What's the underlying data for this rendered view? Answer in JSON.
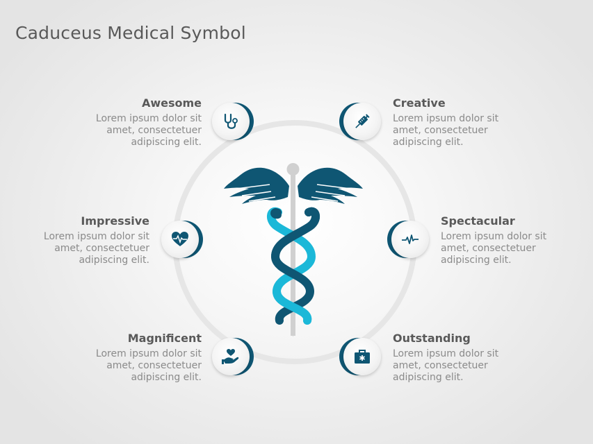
{
  "title": "Caduceus Medical Symbol",
  "colors": {
    "dark_teal": "#0f5673",
    "light_cyan": "#1bb8d8",
    "staff_gray": "#d0d0d0",
    "ring_gray": "#e6e6e6",
    "heading_text": "#595959",
    "body_text": "#8a8a8a"
  },
  "items": [
    {
      "position": "top-left",
      "heading": "Awesome",
      "body": "Lorem ipsum dolor sit amet, consectetuer adipiscing elit.",
      "icon": "stethoscope-icon"
    },
    {
      "position": "top-right",
      "heading": "Creative",
      "body": "Lorem ipsum dolor sit amet, consectetuer adipiscing elit.",
      "icon": "syringe-icon"
    },
    {
      "position": "middle-left",
      "heading": "Impressive",
      "body": "Lorem ipsum dolor sit amet, consectetuer adipiscing elit.",
      "icon": "heart-pulse-icon"
    },
    {
      "position": "middle-right",
      "heading": "Spectacular",
      "body": "Lorem ipsum dolor sit amet, consectetuer adipiscing elit.",
      "icon": "pulse-line-icon"
    },
    {
      "position": "bottom-left",
      "heading": "Magnificent",
      "body": "Lorem ipsum dolor sit amet, consectetuer adipiscing elit.",
      "icon": "hand-heart-icon"
    },
    {
      "position": "bottom-right",
      "heading": "Outstanding",
      "body": "Lorem ipsum dolor sit amet, consectetuer adipiscing elit.",
      "icon": "medical-kit-icon"
    }
  ],
  "center_symbol": "caduceus-icon"
}
